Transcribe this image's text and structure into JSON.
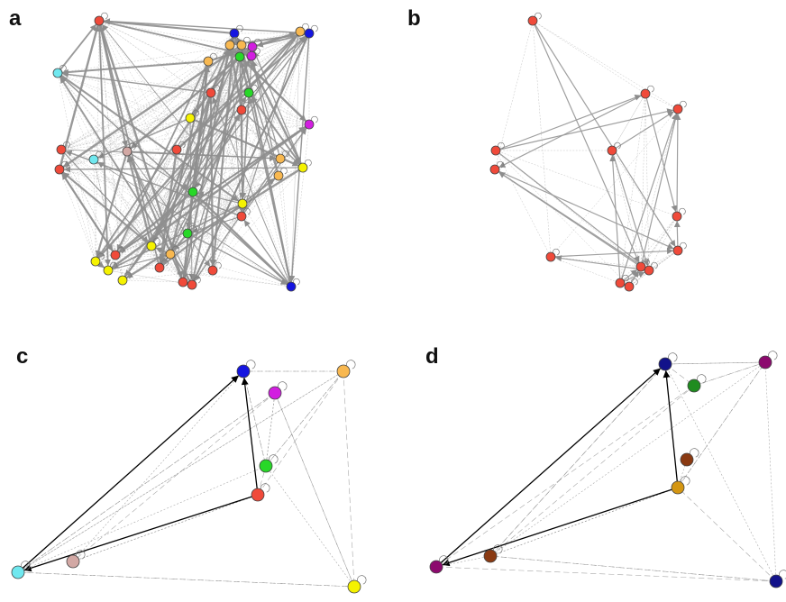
{
  "panels": [
    {
      "id": "a",
      "label": "a"
    },
    {
      "id": "b",
      "label": "b"
    },
    {
      "id": "c",
      "label": "c"
    },
    {
      "id": "d",
      "label": "d"
    }
  ],
  "colors": {
    "red": "#f04a3a",
    "blue": "#1515e0",
    "orange": "#f8b850",
    "magenta": "#d21ee0",
    "green": "#28d828",
    "cyan": "#70e8ef",
    "yellow": "#f5f200",
    "pink": "#d2a8a4",
    "navy": "#12128a",
    "darkgreen": "#1f8c1f",
    "brown": "#8a3a12",
    "gold": "#d49612",
    "purple": "#8c0a6e",
    "edge": "#9a9a9a",
    "edge_strong": "#000000"
  }
}
